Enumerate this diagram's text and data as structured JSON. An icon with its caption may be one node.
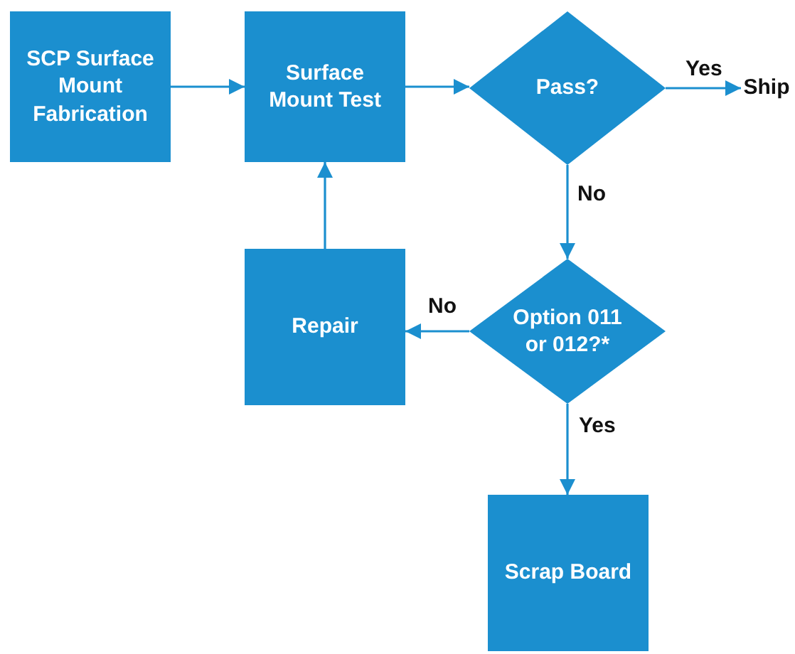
{
  "diagram": {
    "nodes": [
      {
        "text": [
          "SCP Surface Mount Fabrication"
        ]
      },
      {
        "text": [
          "Surface Mount Test"
        ]
      },
      {
        "text": [
          "Pass?"
        ]
      },
      {
        "text": [
          "Ship"
        ]
      },
      {
        "text": [
          "Repair"
        ]
      },
      {
        "text": [
          "Option 011 or 012?*"
        ]
      },
      {
        "text": [
          "Scrap Board"
        ]
      }
    ],
    "edges": [
      {
        "from": 0,
        "to": 1,
        "arrow": "to"
      },
      {
        "from": 1,
        "to": 2,
        "arrow": "to"
      },
      {
        "from": 2,
        "to": 3,
        "arrow": "to",
        "label": "Yes"
      },
      {
        "from": 2,
        "to": 5,
        "arrow": "to",
        "label": "No"
      },
      {
        "from": 5,
        "to": 4,
        "arrow": "to",
        "label": "No"
      },
      {
        "from": 4,
        "to": 1,
        "arrow": "to"
      },
      {
        "from": 5,
        "to": 6,
        "arrow": "to",
        "label": "Yes"
      }
    ]
  }
}
